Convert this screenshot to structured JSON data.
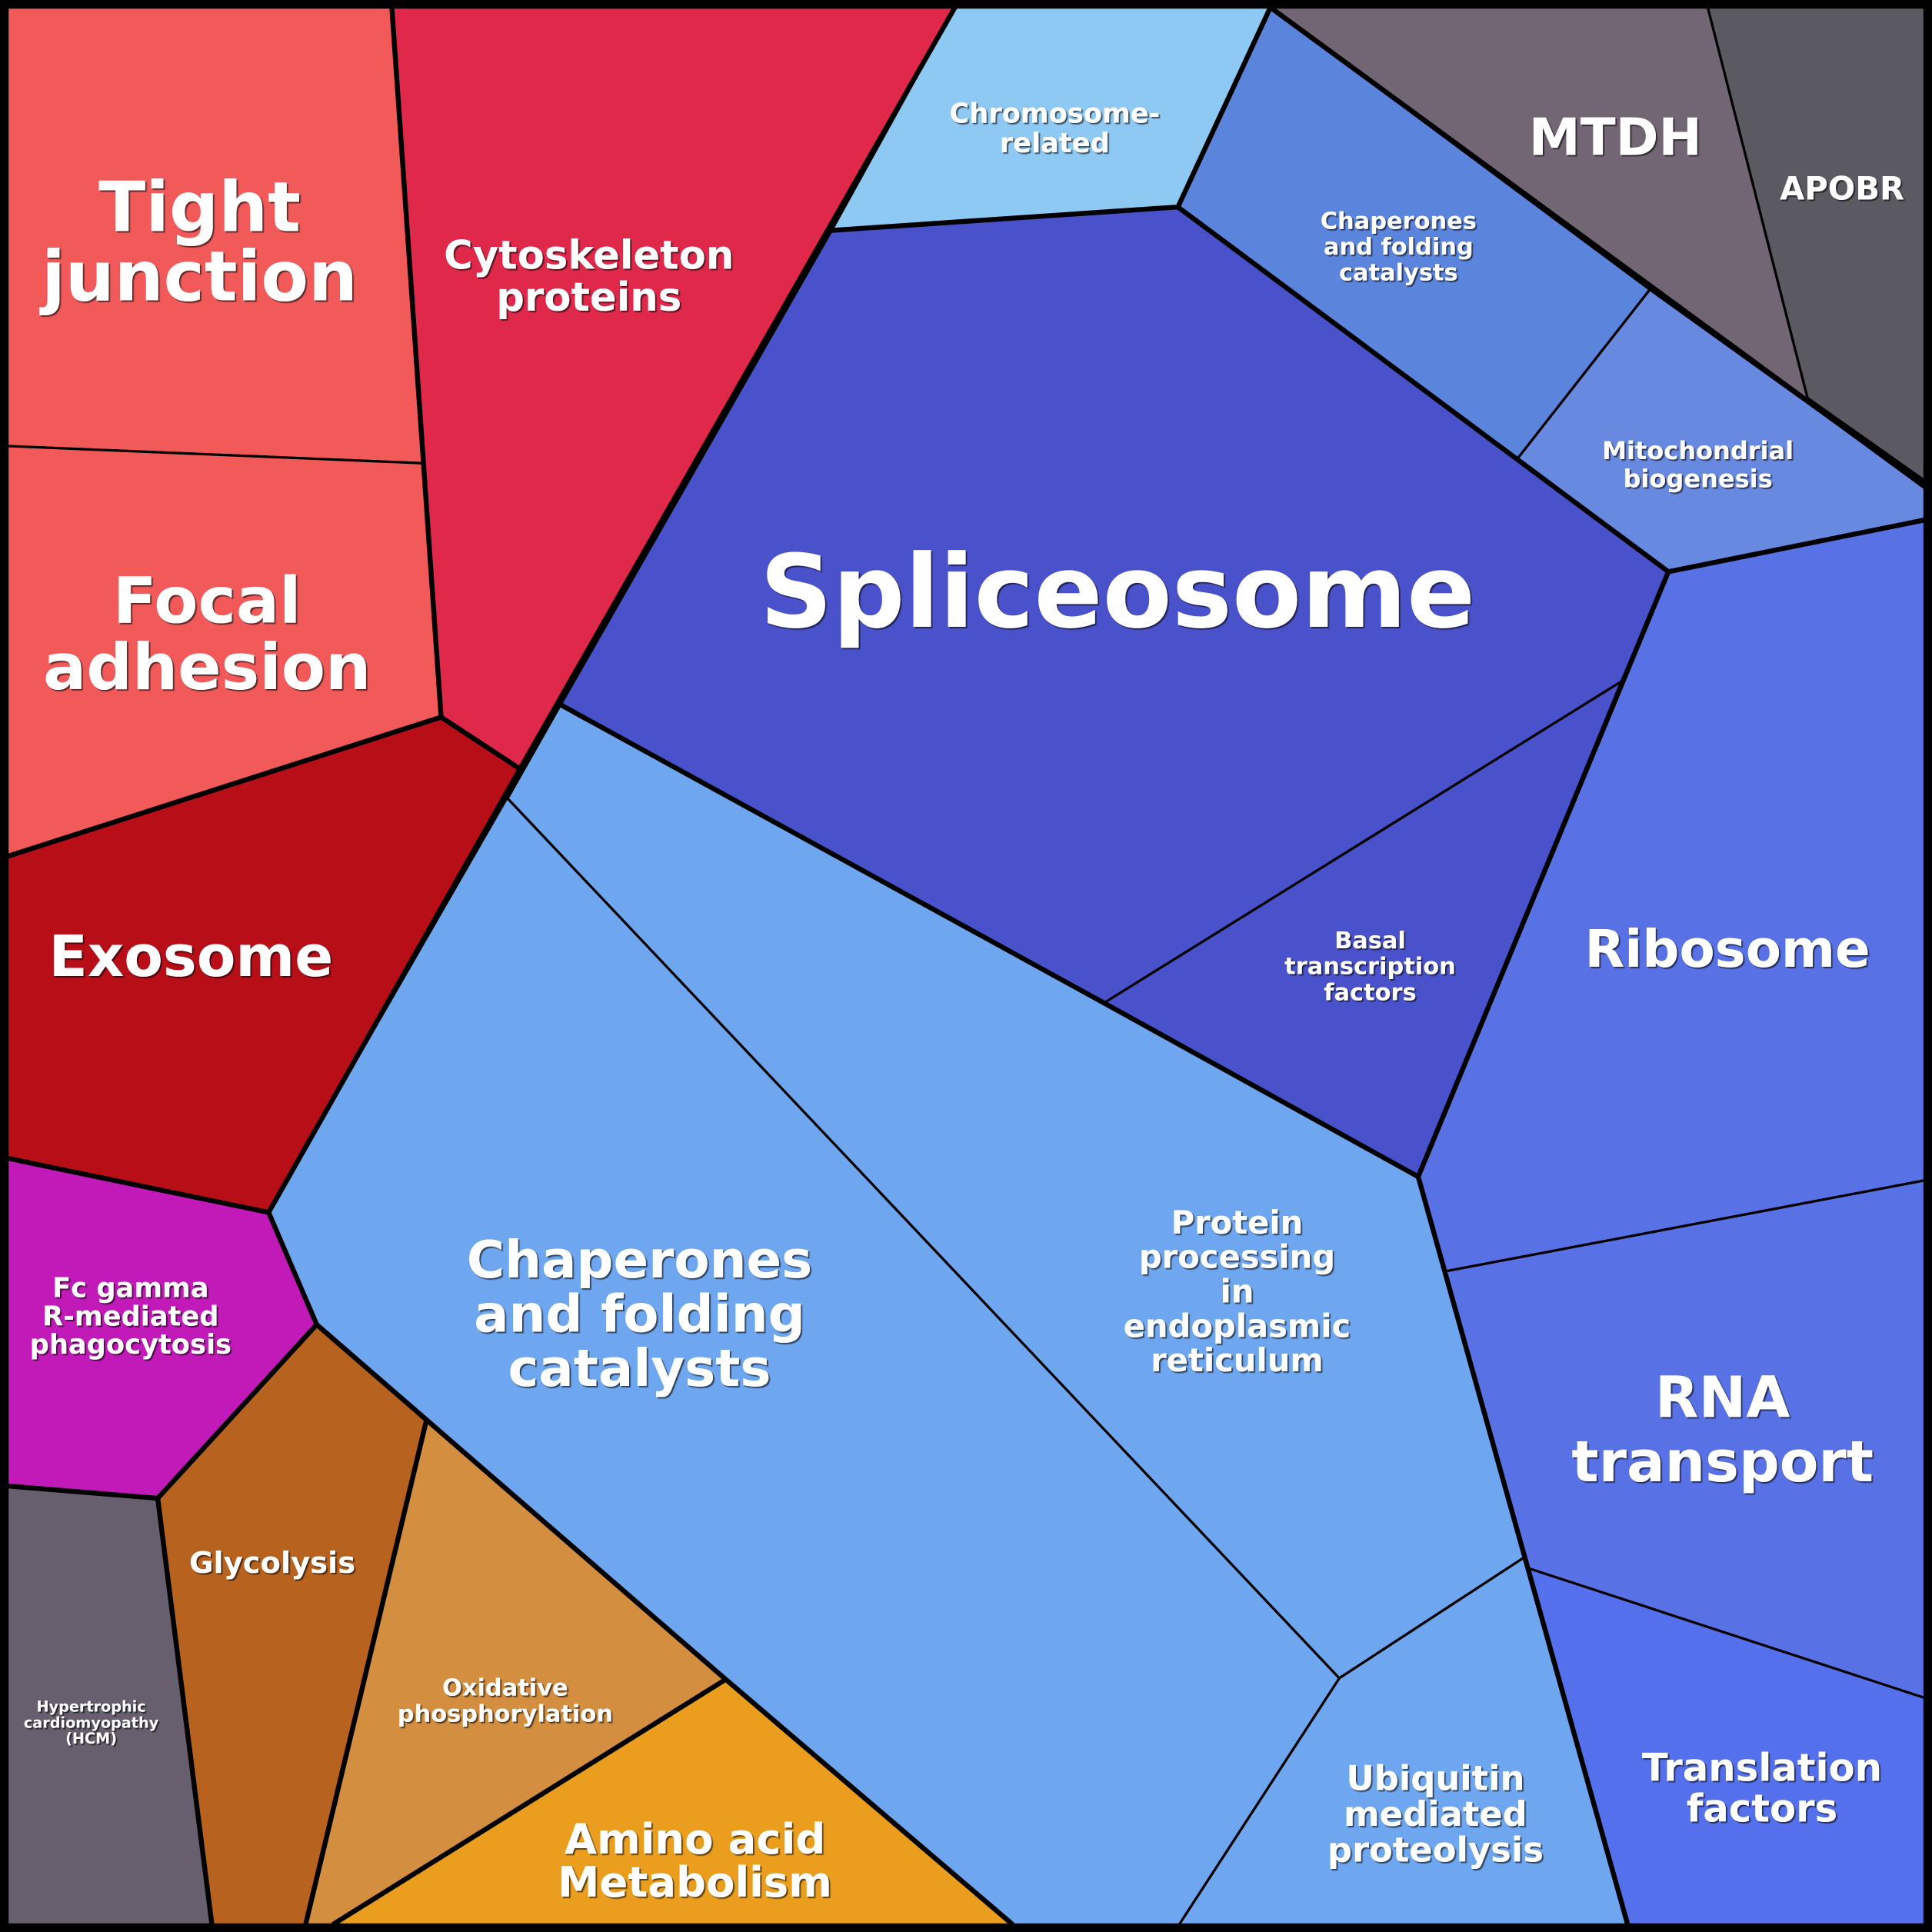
{
  "title": "Voronoi treemap of protein functional categories",
  "cells": [
    {
      "id": "tight-junction",
      "label": [
        "Tight",
        "junction"
      ],
      "color": "#f25a5a"
    },
    {
      "id": "focal-adhesion",
      "label": [
        "Focal",
        "adhesion"
      ],
      "color": "#f25a5a"
    },
    {
      "id": "cytoskeleton-proteins",
      "label": [
        "Cytoskeleton",
        "proteins"
      ],
      "color": "#e0284a"
    },
    {
      "id": "exosome",
      "label": [
        "Exosome"
      ],
      "color": "#b80e18"
    },
    {
      "id": "fc-gamma",
      "label": [
        "Fc gamma",
        "R-mediated",
        "phagocytosis"
      ],
      "color": "#c21ab8"
    },
    {
      "id": "hcm",
      "label": [
        "Hypertrophic",
        "cardiomyopathy",
        "(HCM)"
      ],
      "color": "#675e6e"
    },
    {
      "id": "glycolysis",
      "label": [
        "Glycolysis"
      ],
      "color": "#b8621f"
    },
    {
      "id": "oxidative-phosphorylation",
      "label": [
        "Oxidative",
        "phosphorylation"
      ],
      "color": "#d48e40"
    },
    {
      "id": "amino-acid-metabolism",
      "label": [
        "Amino acid",
        "Metabolism"
      ],
      "color": "#eb9e1e"
    },
    {
      "id": "chaperones-large",
      "label": [
        "Chaperones",
        "and folding",
        "catalysts"
      ],
      "color": "#6ea6ef"
    },
    {
      "id": "protein-processing-er",
      "label": [
        "Protein",
        "processing",
        "in",
        "endoplasmic",
        "reticulum"
      ],
      "color": "#6ea6ef"
    },
    {
      "id": "ubiquitin-proteolysis",
      "label": [
        "Ubiquitin",
        "mediated",
        "proteolysis"
      ],
      "color": "#6ea6ef"
    },
    {
      "id": "chromosome-related",
      "label": [
        "Chromosome-",
        "related"
      ],
      "color": "#8ec9f4"
    },
    {
      "id": "spliceosome",
      "label": [
        "Spliceosome"
      ],
      "color": "#4a52cb"
    },
    {
      "id": "basal-transcription",
      "label": [
        "Basal",
        "transcription",
        "factors"
      ],
      "color": "#4a52cb"
    },
    {
      "id": "chaperones-small",
      "label": [
        "Chaperones",
        "and folding",
        "catalysts"
      ],
      "color": "#5b84dd"
    },
    {
      "id": "mitochondrial-biogenesis",
      "label": [
        "Mitochondrial",
        "biogenesis"
      ],
      "color": "#6889e0"
    },
    {
      "id": "ribosome",
      "label": [
        "Ribosome"
      ],
      "color": "#5872e6"
    },
    {
      "id": "rna-transport",
      "label": [
        "RNA",
        "transport"
      ],
      "color": "#5872e6"
    },
    {
      "id": "translation-factors",
      "label": [
        "Translation",
        "factors"
      ],
      "color": "#5470ec"
    },
    {
      "id": "mtdh",
      "label": [
        "MTDH"
      ],
      "color": "#736674"
    },
    {
      "id": "apobr",
      "label": [
        "APOBR"
      ],
      "color": "#5b5a63"
    }
  ]
}
